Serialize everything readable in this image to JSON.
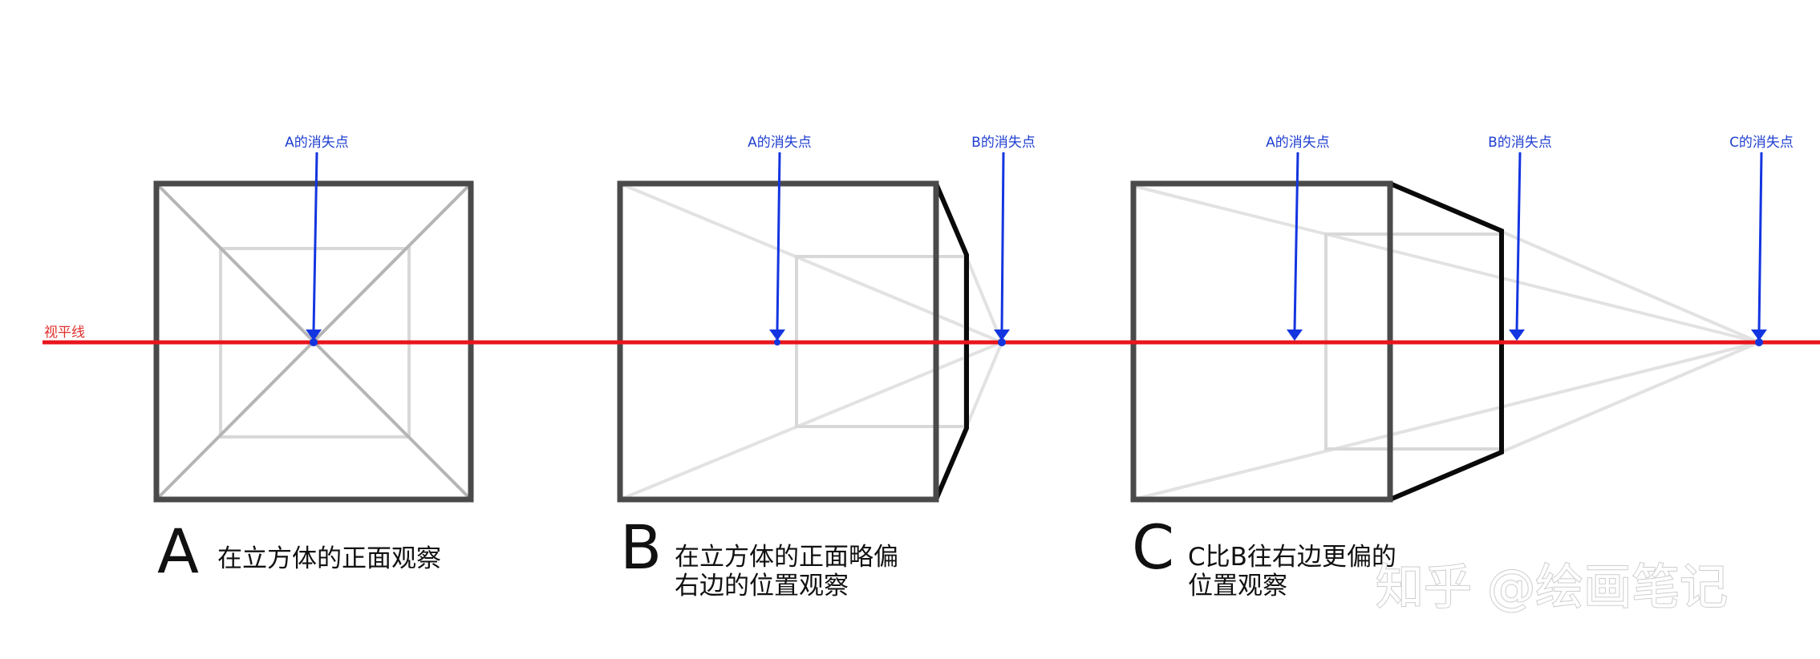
{
  "horizon_label": "视平线",
  "vanishing_point_labels": {
    "a": "A的消失点",
    "b": "B的消失点",
    "c": "C的消失点"
  },
  "panels": [
    {
      "letter": "A",
      "caption_lines": [
        "在立方体的正面观察"
      ]
    },
    {
      "letter": "B",
      "caption_lines": [
        "在立方体的正面略偏",
        "右边的位置观察"
      ]
    },
    {
      "letter": "C",
      "caption_lines": [
        "C比B往右边更偏的",
        "位置观察"
      ]
    }
  ],
  "watermark": "知乎 @绘画笔记",
  "colors": {
    "horizon": "#e8141c",
    "vanishing_point": "#1335e0",
    "cube_front": "#4a4a4a",
    "cube_side": "#0a0a0a",
    "construction_lines": "#e2e2e2",
    "text": "#111111"
  }
}
